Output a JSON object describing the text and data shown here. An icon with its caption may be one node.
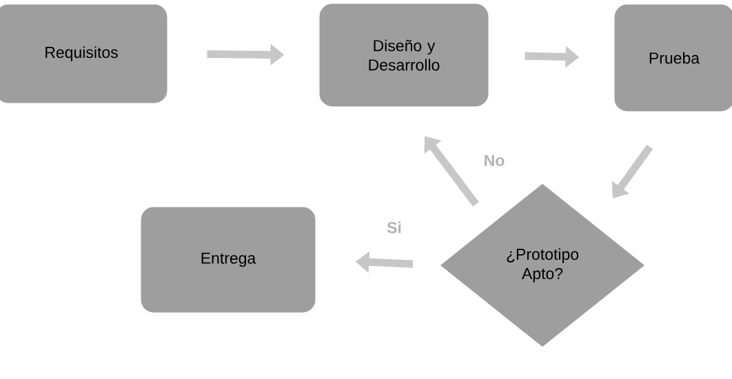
{
  "diagram": {
    "nodes": [
      {
        "text": [
          "Requisitos"
        ]
      },
      {
        "text": [
          "Diseño y Desarrollo"
        ]
      },
      {
        "text": [
          "Prueba"
        ]
      },
      {
        "text": [
          "¿Prototipo Apto?"
        ]
      },
      {
        "text": [
          "Entrega"
        ]
      }
    ],
    "edges": [
      {
        "from": 0,
        "to": 1,
        "arrow": "to"
      },
      {
        "from": 1,
        "to": 2,
        "arrow": "to"
      },
      {
        "from": 2,
        "to": 3,
        "arrow": "to"
      },
      {
        "from": 3,
        "to": 1,
        "arrow": "to",
        "label": "No"
      },
      {
        "from": 3,
        "to": 4,
        "arrow": "to",
        "label": "Si"
      }
    ]
  }
}
